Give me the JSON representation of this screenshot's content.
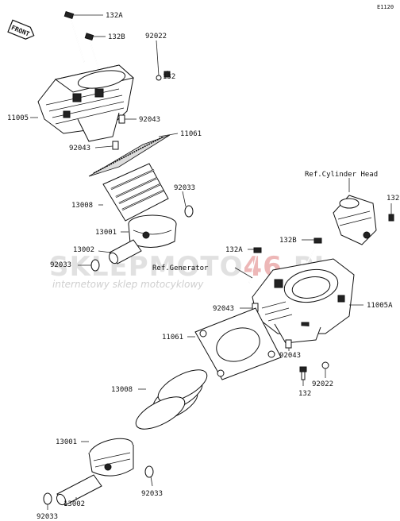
{
  "diagram_code": "E1120",
  "front_label": "FRONT",
  "ref_cylinder_head": "Ref.Cylinder Head",
  "ref_generator": "Ref.Generator",
  "watermark": {
    "brand_main": "SKLEPMOTO",
    "brand_num": "46",
    "brand_suffix": ".PL",
    "tagline": "internetowy sklep motocyklowy"
  },
  "parts": {
    "p132A_top": "132A",
    "p132B_top": "132B",
    "p92022_top": "92022",
    "p132_top": "132",
    "p11005": "11005",
    "p92043_top_a": "92043",
    "p11061_top": "11061",
    "p92043_top_b": "92043",
    "p92033_top_r": "92033",
    "p13008_top": "13008",
    "p13001_top": "13001",
    "p13002_top": "13002",
    "p92033_top_l": "92033",
    "p132_right": "132",
    "p132B_mid": "132B",
    "p132A_mid": "132A",
    "p11005A": "11005A",
    "p92043_mid_a": "92043",
    "p11061_bot": "11061",
    "p92043_mid_b": "92043",
    "p132_bot": "132",
    "p92022_bot": "92022",
    "p13008_bot": "13008",
    "p13001_bot": "13001",
    "p92033_bot_r": "92033",
    "p13002_bot": "13002",
    "p92033_bot_l": "92033"
  }
}
